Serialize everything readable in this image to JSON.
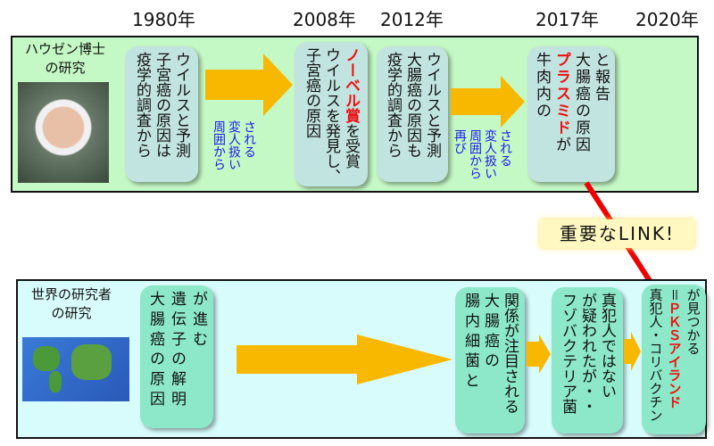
{
  "years": [
    "1980年",
    "2008年",
    "2012年",
    "2017年",
    "2020年"
  ],
  "top": {
    "label": [
      "ハウゼン博士",
      "の研究"
    ],
    "box1": [
      "ウイルスと予測",
      "子宮癌の原因は",
      "疫学的調査から"
    ],
    "note1": [
      "される",
      "変人扱い",
      "周囲から"
    ],
    "box2": {
      "red": "ノーベル賞",
      "rest": "を受賞",
      "lines": [
        "ウイルスを発見し、",
        "子宮癌の原因"
      ]
    },
    "box3": [
      "ウイルスと予測",
      "大腸癌の原因も",
      "疫学的調査から"
    ],
    "note2": [
      "される",
      "変人扱い",
      "周囲から",
      "再び"
    ],
    "box4": {
      "l1": "と報告",
      "l2": "大腸癌の原因",
      "red": "プラスミド",
      "rest": "が",
      "l4": "牛肉内の"
    }
  },
  "link_label": "重要なLINK!",
  "bottom": {
    "label": [
      "世界の研究者",
      "の研究"
    ],
    "box1": [
      "が 進 む",
      "遺 伝 子 の 解 明",
      "大 腸 癌 の 原 因"
    ],
    "box2": [
      "関係が注目される",
      "大 腸 癌 の",
      "腸 内 細 菌 と"
    ],
    "box3": [
      "真犯人ではない",
      "が疑われたが・・",
      "フゾバクテリア菌"
    ],
    "box4": {
      "l1": "が見つかる",
      "eq": "＝",
      "red": "ＰＫＳアイランド",
      "l3": "真犯人・コリバクチン"
    }
  },
  "colors": {
    "top_panel": "#c4f8c4",
    "bottom_panel": "#d8fcfc",
    "arrow": "#f8b800",
    "link": "#ee0000"
  }
}
